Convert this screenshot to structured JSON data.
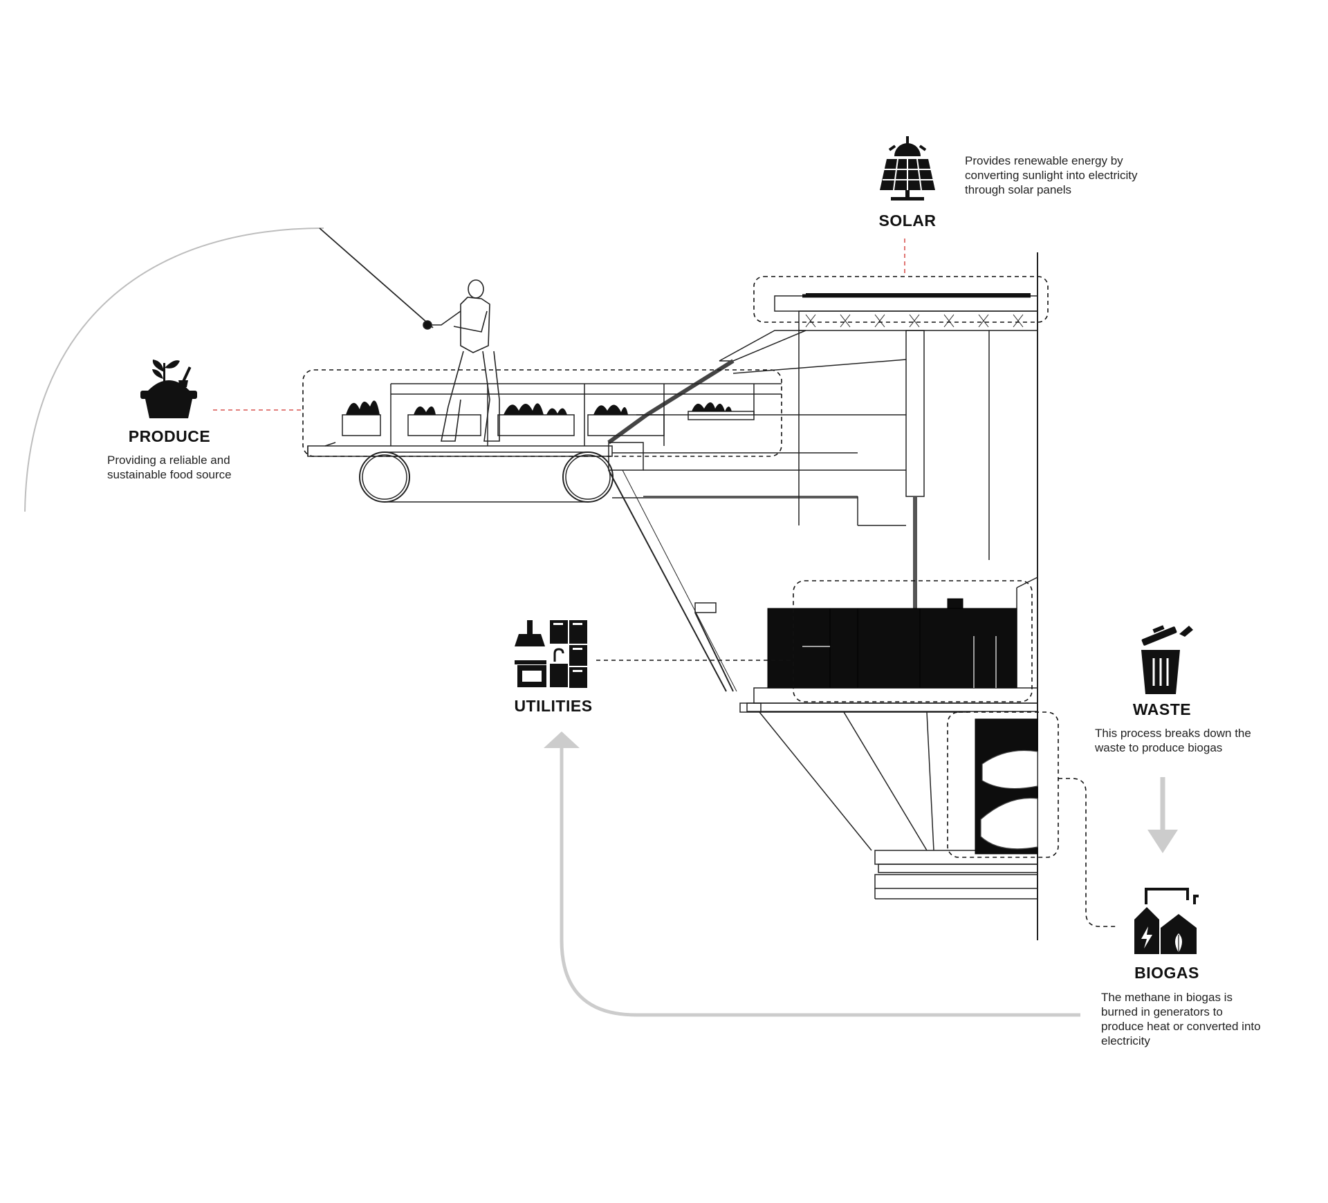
{
  "solar": {
    "title": "SOLAR",
    "description": "Provides renewable energy by\nconverting sunlight into electricity\nthrough solar panels",
    "icon": "solar-panel-icon"
  },
  "produce": {
    "title": "PRODUCE",
    "description": "Providing a reliable and\nsustainable food source",
    "icon": "plant-pot-icon"
  },
  "utilities": {
    "title": "UTILITIES",
    "icon": "kitchen-appliances-icon"
  },
  "waste": {
    "title": "WASTE",
    "description": "This process breaks down the\nwaste to produce biogas",
    "icon": "trash-bin-icon"
  },
  "biogas": {
    "title": "BIOGAS",
    "description": "The methane in biogas is\nburned in generators to\nproduce heat or converted into\nelectricity",
    "icon": "biogas-plant-icon"
  },
  "colors": {
    "ink": "#111111",
    "leader_red": "#d9534f",
    "arrow_gray": "#c8c8c8",
    "arc_gray": "#bdbdbd"
  }
}
